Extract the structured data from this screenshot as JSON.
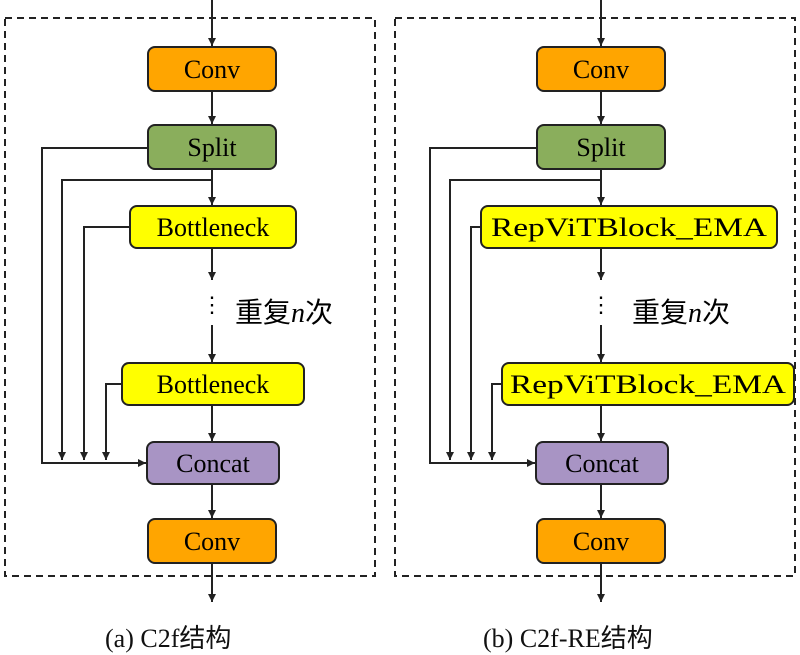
{
  "panel_a": {
    "caption": "(a) C2f结构",
    "nodes": {
      "conv_top": "Conv",
      "split": "Split",
      "block_1": "Bottleneck",
      "block_n": "Bottleneck",
      "concat": "Concat",
      "conv_bottom": "Conv"
    },
    "repeat_label_pre": "重复",
    "repeat_label_var": "n",
    "repeat_label_post": "次"
  },
  "panel_b": {
    "caption": "(b) C2f-RE结构",
    "nodes": {
      "conv_top": "Conv",
      "split": "Split",
      "block_1": "RepViTBlock_EMA",
      "block_n": "RepViTBlock_EMA",
      "concat": "Concat",
      "conv_bottom": "Conv"
    },
    "repeat_label_pre": "重复",
    "repeat_label_var": "n",
    "repeat_label_post": "次"
  },
  "colors": {
    "conv": "#FFA500",
    "split": "#8AAE5C",
    "block": "#FFFF00",
    "concat": "#A894C4",
    "stroke": "#222222"
  }
}
